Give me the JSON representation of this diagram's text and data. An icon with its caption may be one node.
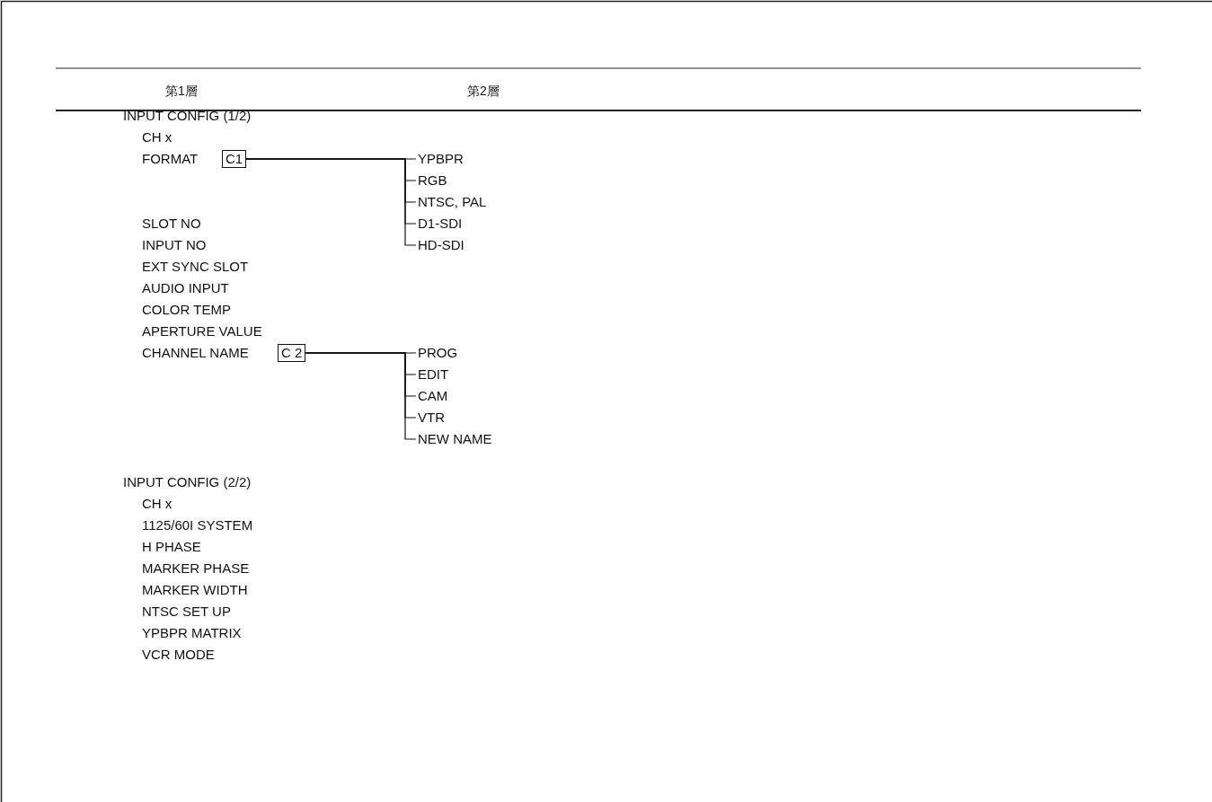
{
  "diagram": {
    "nodes": [
      {
        "text": [
          "C1"
        ],
        "beside": [
          "FORMAT"
        ]
      },
      {
        "text": [
          "YPBPR"
        ]
      },
      {
        "text": [
          "RGB"
        ]
      },
      {
        "text": [
          "NTSC, PAL"
        ]
      },
      {
        "text": [
          "D1-SDI"
        ]
      },
      {
        "text": [
          "HD-SDI"
        ]
      },
      {
        "text": [
          "C 2"
        ],
        "beside": [
          "CHANNEL NAME"
        ]
      },
      {
        "text": [
          "PROG"
        ]
      },
      {
        "text": [
          "EDIT"
        ]
      },
      {
        "text": [
          "CAM"
        ]
      },
      {
        "text": [
          "VTR"
        ]
      },
      {
        "text": [
          "NEW NAME"
        ]
      }
    ],
    "edges": [
      {
        "from": 0,
        "to": 1,
        "arrow": "none"
      },
      {
        "from": 0,
        "to": 2,
        "arrow": "none"
      },
      {
        "from": 0,
        "to": 3,
        "arrow": "none"
      },
      {
        "from": 0,
        "to": 4,
        "arrow": "none"
      },
      {
        "from": 0,
        "to": 5,
        "arrow": "none"
      },
      {
        "from": 6,
        "to": 7,
        "arrow": "none"
      },
      {
        "from": 6,
        "to": 8,
        "arrow": "none"
      },
      {
        "from": 6,
        "to": 9,
        "arrow": "none"
      },
      {
        "from": 6,
        "to": 10,
        "arrow": "none"
      },
      {
        "from": 6,
        "to": 11,
        "arrow": "none"
      }
    ],
    "labels": [
      "第1層",
      "第2層",
      "INPUT CONFIG (1/2)",
      "CH x",
      "SLOT NO",
      "INPUT NO",
      "EXT SYNC SLOT",
      "AUDIO INPUT",
      "COLOR TEMP",
      "APERTURE VALUE",
      "INPUT CONFIG (2/2)",
      "CH x",
      "1125/60I SYSTEM",
      "H PHASE",
      "MARKER PHASE",
      "MARKER WIDTH",
      "NTSC SET UP",
      "YPBPR MATRIX",
      "VCR MODE"
    ]
  }
}
